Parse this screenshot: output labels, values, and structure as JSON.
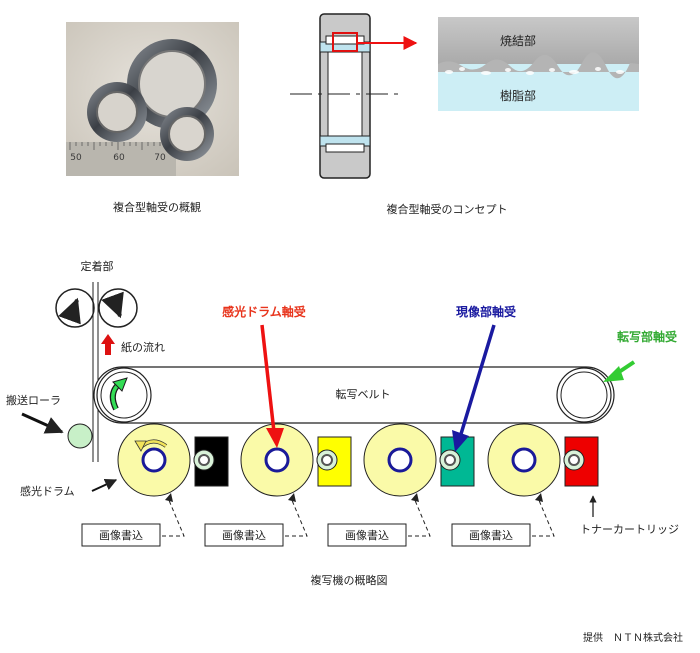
{
  "top": {
    "photo_caption": "複合型軸受の概観",
    "concept_caption": "複合型軸受のコンセプト",
    "sintered_label": "焼結部",
    "resin_label": "樹脂部",
    "ruler_marks": [
      "50",
      "60",
      "70"
    ]
  },
  "diagram": {
    "fixing_unit": "定着部",
    "paper_flow": "紙の流れ",
    "photo_drum_bearing": "感光ドラム軸受",
    "developer_bearing": "現像部軸受",
    "transfer_bearing": "転写部軸受",
    "transfer_belt": "転写ベルト",
    "feed_roller": "搬送ローラ",
    "photo_drum": "感光ドラム",
    "toner_cartridge": "トナーカートリッジ",
    "image_writes": [
      "画像書込",
      "画像書込",
      "画像書込",
      "画像書込"
    ],
    "caption": "複写機の概略図"
  },
  "credit": "提供　ＮＴＮ株式会社",
  "colors": {
    "drum": "#fafaa8",
    "drum_ring": "#1a1a99",
    "cartridge_black": "#000000",
    "cartridge_yellow": "#ffff00",
    "cartridge_cyan": "#00b894",
    "cartridge_red": "#ee0000",
    "arrow_red": "#ee1111",
    "arrow_blue": "#1a1aa0",
    "arrow_green": "#33cc33",
    "label_red": "#e8341c",
    "label_blue": "#1a1aa0",
    "label_green": "#33aa33"
  }
}
